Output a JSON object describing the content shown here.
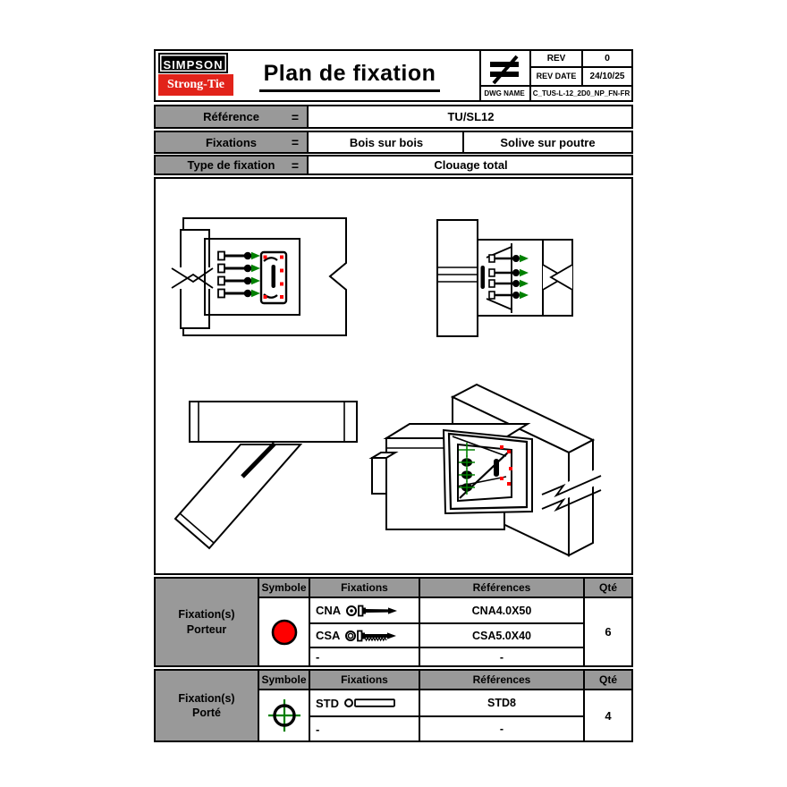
{
  "header": {
    "logo_top": "SIMPSON",
    "logo_bottom": "Strong-Tie",
    "title": "Plan de fixation",
    "rev_label": "REV",
    "rev_value": "0",
    "rev_date_label": "REV DATE",
    "rev_date_value": "24/10/25",
    "dwg_label": "DWG NAME",
    "dwg_value": "C_TUS-L-12_2D0_NP_FN-FR"
  },
  "info": {
    "rows": [
      {
        "label": "Référence",
        "eq": "=",
        "value": "TU/SL12"
      },
      {
        "label": "Fixations",
        "eq": "=",
        "value_left": "Bois sur bois",
        "value_right": "Solive sur poutre"
      },
      {
        "label": "Type de fixation",
        "eq": "=",
        "value": "Clouage total"
      }
    ]
  },
  "tables": [
    {
      "group_line1": "Fixation(s)",
      "group_line2": "Porteur",
      "headers": {
        "symbol": "Symbole",
        "fixations": "Fixations",
        "references": "Références",
        "qty": "Qté"
      },
      "symbol_icon": "red-filled-circle",
      "rows": [
        {
          "fixation": "CNA",
          "icon": "nail",
          "reference": "CNA4.0X50"
        },
        {
          "fixation": "CSA",
          "icon": "screw",
          "reference": "CSA5.0X40"
        },
        {
          "fixation": "-",
          "icon": "",
          "reference": "-"
        }
      ],
      "qty": "6"
    },
    {
      "group_line1": "Fixation(s)",
      "group_line2": "Porté",
      "headers": {
        "symbol": "Symbole",
        "fixations": "Fixations",
        "references": "Références",
        "qty": "Qté"
      },
      "symbol_icon": "green-crosshair-circle",
      "rows": [
        {
          "fixation": "STD",
          "icon": "dowel",
          "reference": "STD8"
        },
        {
          "fixation": "-",
          "icon": "",
          "reference": "-"
        }
      ],
      "qty": "4"
    }
  ],
  "colors": {
    "brand_red": "#e2231a",
    "symbol_red": "#ff0000",
    "drawing_green": "#008000",
    "cell_gray": "#999999"
  }
}
